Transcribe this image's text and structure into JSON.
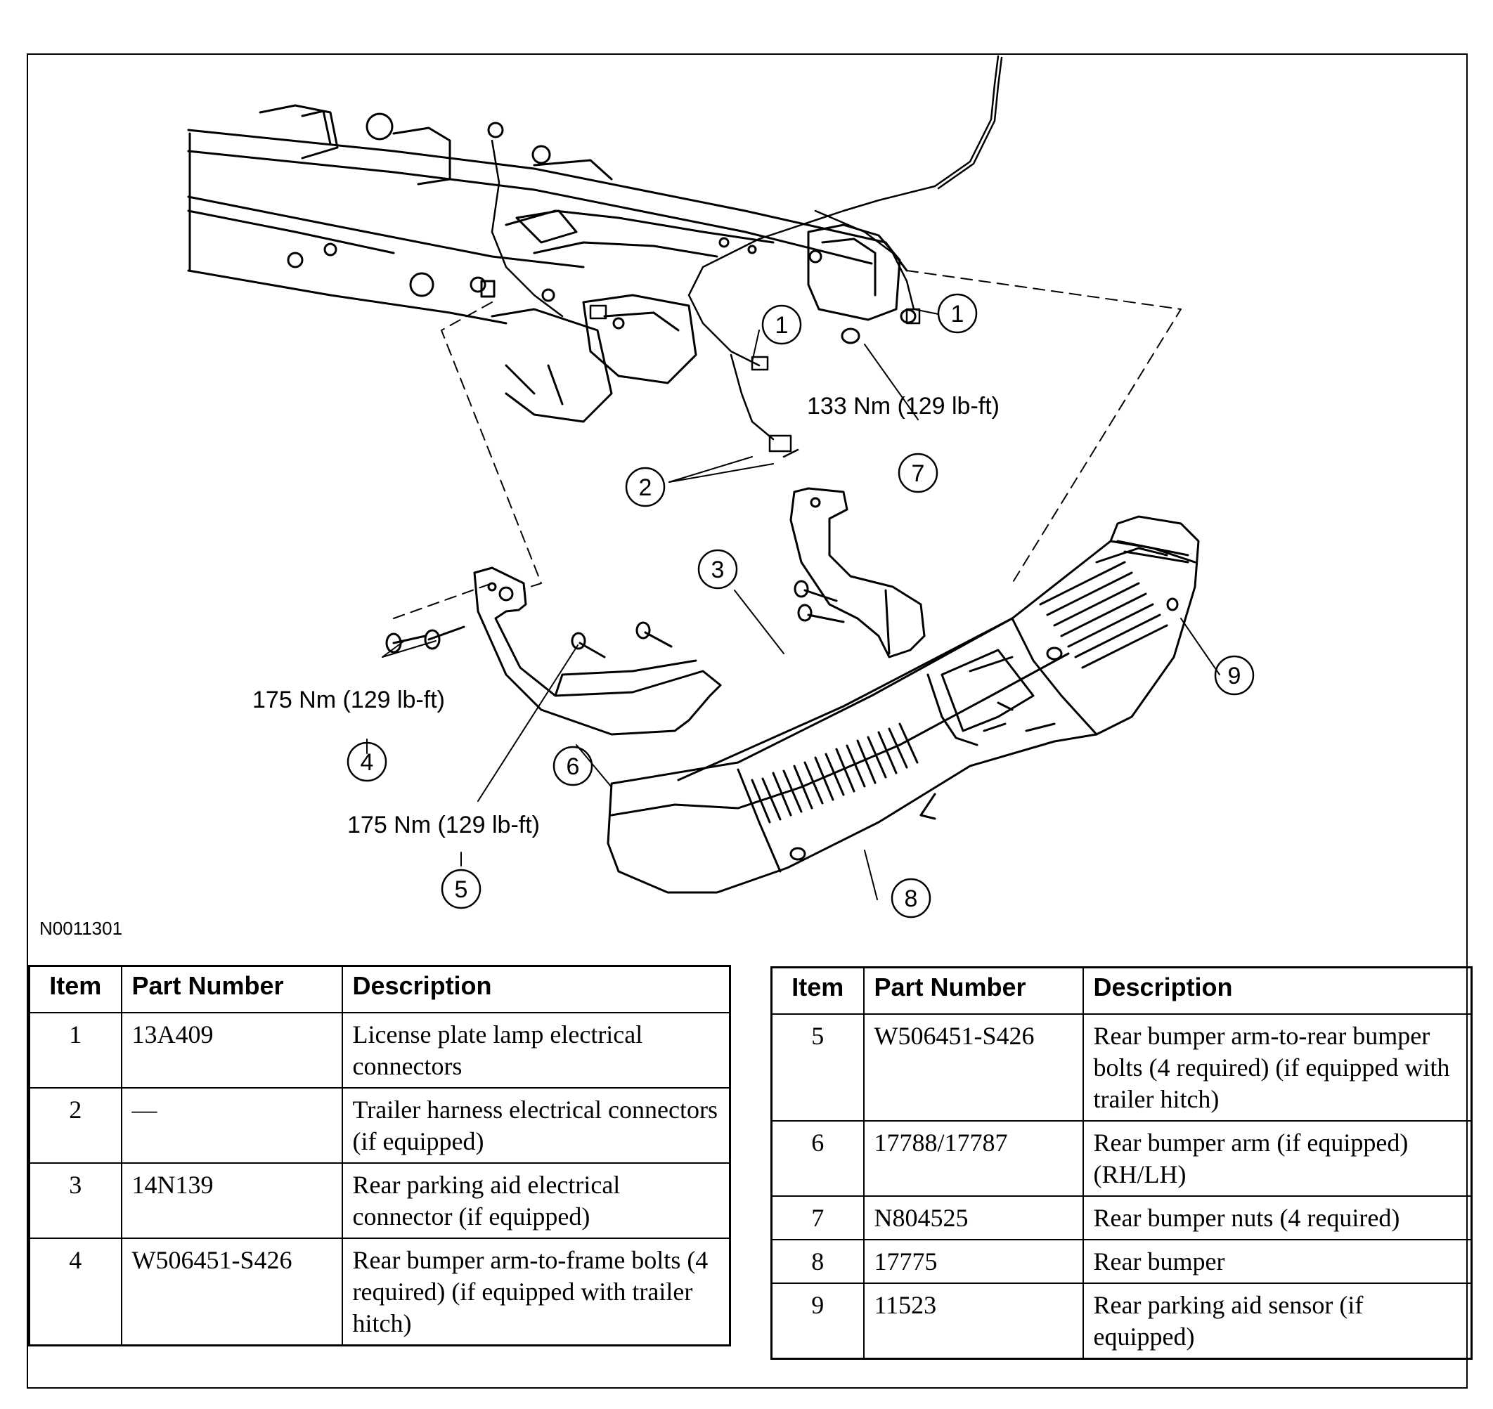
{
  "figure_id": "N0011301",
  "callouts": {
    "c1a": "1",
    "c1b": "1",
    "c2": "2",
    "c3": "3",
    "c4": "4",
    "c5": "5",
    "c6": "6",
    "c7": "7",
    "c8": "8",
    "c9": "9"
  },
  "torque": {
    "t7": "133 Nm (129 lb-ft)",
    "t4": "175 Nm (129 lb-ft)",
    "t5": "175 Nm (129 lb-ft)"
  },
  "table_headers": {
    "item": "Item",
    "part_number": "Part Number",
    "description": "Description"
  },
  "parts_left": [
    {
      "item": "1",
      "part": "13A409",
      "desc": "License plate lamp electrical connectors"
    },
    {
      "item": "2",
      "part": "—",
      "desc": "Trailer harness electrical connectors (if equipped)"
    },
    {
      "item": "3",
      "part": "14N139",
      "desc": "Rear parking aid electrical connector (if equipped)"
    },
    {
      "item": "4",
      "part": "W506451-S426",
      "desc": "Rear bumper arm-to-frame bolts (4 required) (if equipped with trailer hitch)"
    }
  ],
  "parts_right": [
    {
      "item": "5",
      "part": "W506451-S426",
      "desc": "Rear bumper arm-to-rear bumper bolts (4 required) (if equipped with trailer hitch)"
    },
    {
      "item": "6",
      "part": "17788/17787",
      "desc": "Rear bumper arm (if equipped) (RH/LH)"
    },
    {
      "item": "7",
      "part": "N804525",
      "desc": "Rear bumper nuts (4 required)"
    },
    {
      "item": "8",
      "part": "17775",
      "desc": "Rear bumper"
    },
    {
      "item": "9",
      "part": "11523",
      "desc": "Rear parking aid sensor (if equipped)"
    }
  ]
}
